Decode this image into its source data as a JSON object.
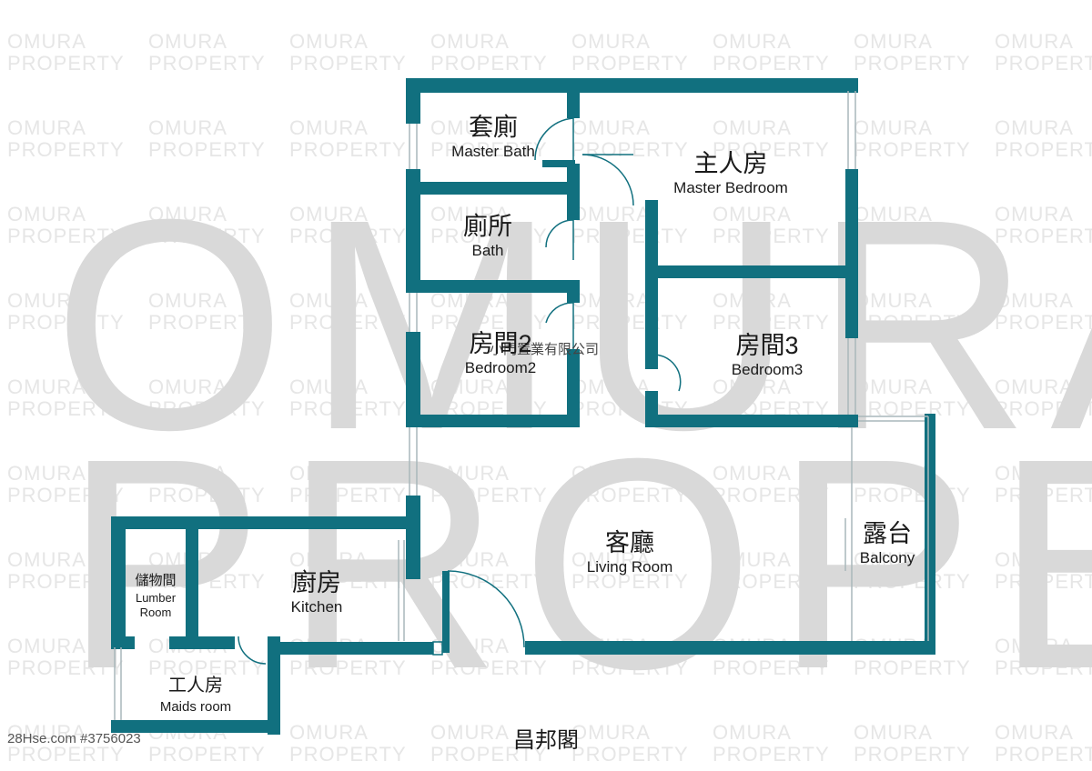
{
  "watermark": {
    "small_line1": "OMURA",
    "small_line2": "PROPERTY",
    "big_line1": "OMURA",
    "big_line2": "PROPERTY"
  },
  "agency_text": "小門置業有限公司",
  "rooms": {
    "master_bath": {
      "cn": "套廁",
      "en": "Master Bath"
    },
    "master_bedroom": {
      "cn": "主人房",
      "en": "Master Bedroom"
    },
    "bath": {
      "cn": "廁所",
      "en": "Bath"
    },
    "bedroom2": {
      "cn": "房間2",
      "en": "Bedroom2"
    },
    "bedroom3": {
      "cn": "房間3",
      "en": "Bedroom3"
    },
    "living_room": {
      "cn": "客廳",
      "en": "Living Room"
    },
    "balcony": {
      "cn": "露台",
      "en": "Balcony"
    },
    "kitchen": {
      "cn": "廚房",
      "en": "Kitchen"
    },
    "lumber_room": {
      "cn": "儲物間",
      "en_line1": "Lumber",
      "en_line2": "Room"
    },
    "maids_room": {
      "cn": "工人房",
      "en": "Maids room"
    }
  },
  "building_name": "昌邦閣",
  "listing_id": "28Hse.com #3756023",
  "colors": {
    "wall": "#11707F",
    "window": "#a9b7bb",
    "watermark": "#d9d9d9"
  }
}
